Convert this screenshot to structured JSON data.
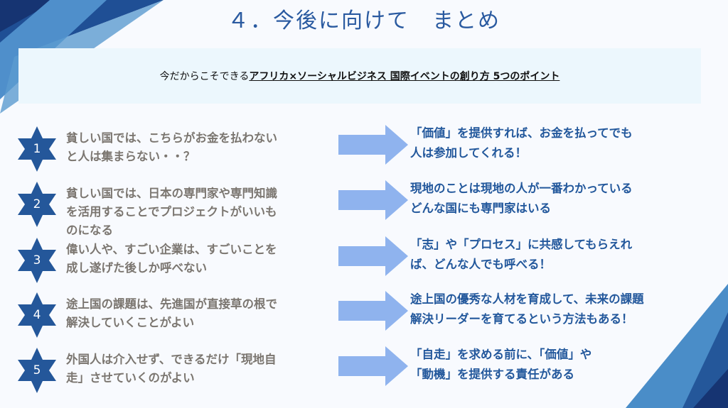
{
  "title": "４．今後に向けて　まとめ",
  "banner": {
    "prefix": "今だからこそできる",
    "emphasis": "アフリカ×ソーシャルビジネス 国際イベントの創り方 5つのポイント"
  },
  "colors": {
    "title": "#2a5aa0",
    "badge": "#24579a",
    "arrow": "#8fb3ee",
    "left_text": "#7b7670",
    "right_text": "#23589c"
  },
  "points": [
    {
      "number": "1",
      "before": [
        "貧しい国では、こちらがお金を払わない",
        "と人は集まらない・・？"
      ],
      "after": [
        "「価値」を提供すれば、お金を払ってでも",
        "人は参加してくれる！"
      ]
    },
    {
      "number": "2",
      "before": [
        "貧しい国では、日本の専門家や専門知識",
        "を活用することでプロジェクトがいいも",
        "のになる"
      ],
      "after": [
        "現地のことは現地の人が一番わかっている",
        "どんな国にも専門家はいる"
      ]
    },
    {
      "number": "3",
      "before": [
        "偉い人や、すごい企業は、すごいことを",
        "成し遂げた後しか呼べない"
      ],
      "after": [
        "「志」や「プロセス」に共感してもらえれ",
        "ば、どんな人でも呼べる！"
      ]
    },
    {
      "number": "4",
      "before": [
        "途上国の課題は、先進国が直接草の根で",
        "解決していくことがよい"
      ],
      "after": [
        "途上国の優秀な人材を育成して、未来の課題",
        "解決リーダーを育てるという方法もある！"
      ]
    },
    {
      "number": "5",
      "before": [
        "外国人は介入せず、できるだけ「現地自",
        "走」させていくのがよい"
      ],
      "after": [
        "「自走」を求める前に、「価値」や",
        "「動機」を提供する責任がある"
      ]
    }
  ]
}
